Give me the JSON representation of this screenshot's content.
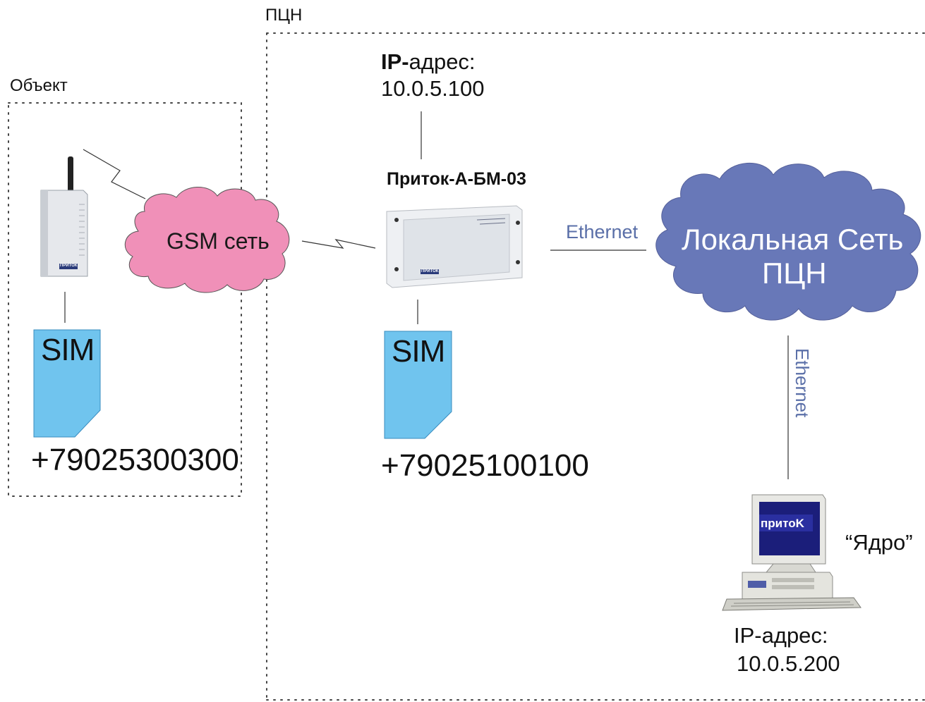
{
  "zones": {
    "pcn_label": "ПЦН",
    "object_label": "Объект"
  },
  "gsm_cloud": {
    "label": "GSM сеть",
    "color": "#f090b8"
  },
  "lan_cloud": {
    "line1": "Локальная Сеть",
    "line2": "ПЦН",
    "color": "#6878b8"
  },
  "base_module": {
    "name": "Приток-А-БМ-03",
    "ip_prefix": "IP-",
    "ip_label": "адрес:",
    "ip_value": "10.0.5.100",
    "device_brand": "ПРИТОК",
    "sim_label": "SIM",
    "phone": "+79025100100"
  },
  "object_device": {
    "device_brand": "ПРИТОК",
    "sim_label": "SIM",
    "phone": "+79025300300"
  },
  "links": {
    "ethernet_horizontal": "Ethernet",
    "ethernet_vertical": "Ethernet"
  },
  "core_pc": {
    "name": "“Ядро”",
    "screen_brand": "притоK",
    "ip_label": "IP-адрес:",
    "ip_value": "10.0.5.200"
  },
  "colors": {
    "sim": "#70c4ee",
    "ethernet_text": "#5a6fa8",
    "zone_border": "#444444"
  }
}
